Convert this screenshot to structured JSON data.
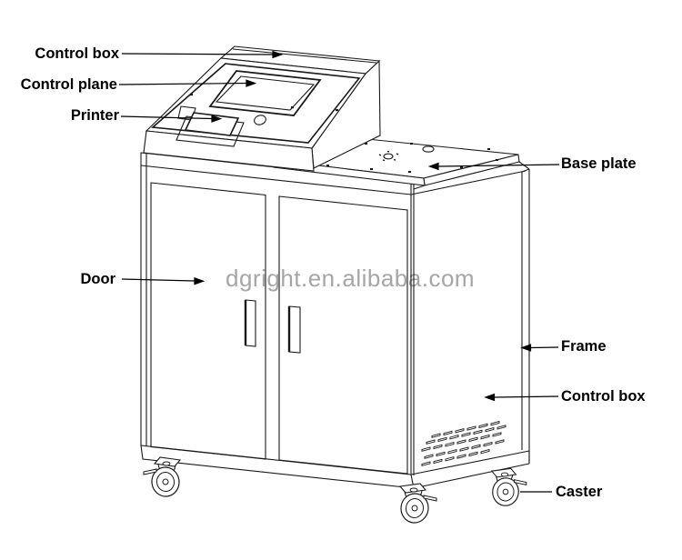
{
  "watermark": "dgright.en.alibaba.com",
  "labels": {
    "control_box_top": "Control box",
    "control_plane": "Control plane",
    "printer": "Printer",
    "door": "Door",
    "base_plate": "Base plate",
    "frame": "Frame",
    "control_box_right": "Control box",
    "caster": "Caster"
  },
  "colors": {
    "line": "#1a1a1a",
    "label_text": "#000000",
    "watermark": "#a6a6a6",
    "background": "#ffffff"
  }
}
